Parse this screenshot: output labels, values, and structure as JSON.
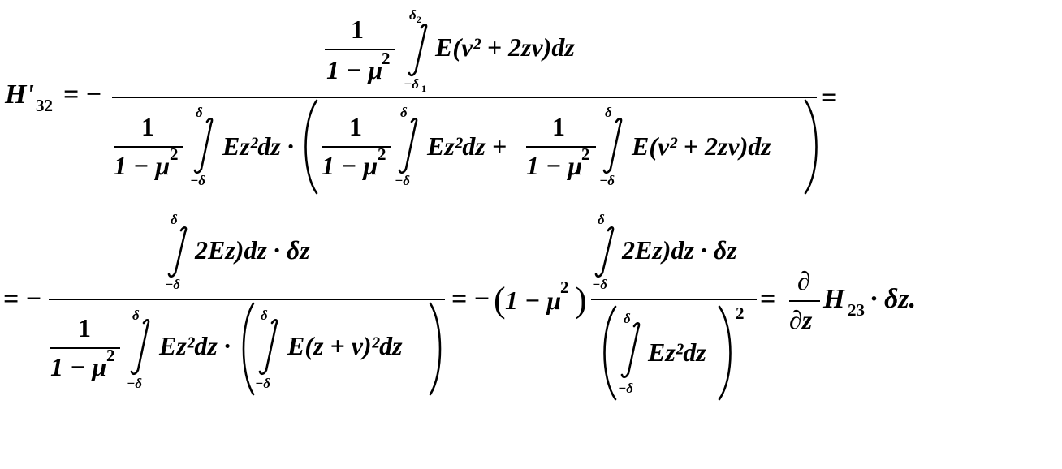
{
  "equation": {
    "row1": {
      "lhs": "H'",
      "lhs_sub": "32",
      "eq_minus": "= −",
      "num_one": "1",
      "num_den": "1 − μ",
      "num_den_sup": "2",
      "int_upper": "δ",
      "int_upper_sub": "2",
      "int_lower": "−δ",
      "int_lower_sub": "1",
      "num_integrand": "E(ν² + 2zν)dz",
      "den_one": "1",
      "den_den": "1 − μ",
      "den_den_sup": "2",
      "den_integrand1": "Ez²dz ·",
      "inner_one_a": "1",
      "inner_den_a": "1 − μ",
      "inner_den_a_sup": "2",
      "den_integrand2": "Ez²dz +",
      "inner_one_b": "1",
      "inner_den_b": "1 − μ",
      "inner_den_b_sup": "2",
      "den_integrand3": "E(ν² + 2zν)dz",
      "trailing_eq": "="
    },
    "row2": {
      "lead": "= −",
      "num_integrand": "2Ez)dz · δz",
      "den_one": "1",
      "den_den": "1 − μ",
      "den_den_sup": "2",
      "den_integrand1": "Ez²dz ·",
      "den_integrand2": "E(z + ν)²dz",
      "mid_eq": "= −",
      "factor_open": "(",
      "factor_body": "1 − μ",
      "factor_sup": "2",
      "factor_close": ")",
      "frac2_num": "2Ez)dz · δz",
      "frac2_den": "Ez²dz",
      "frac2_pow": "2",
      "eq3": "=",
      "partial_top": "∂",
      "partial_bot": "∂z",
      "result": "H",
      "result_sub": "23",
      "result_tail": "· δz."
    }
  }
}
